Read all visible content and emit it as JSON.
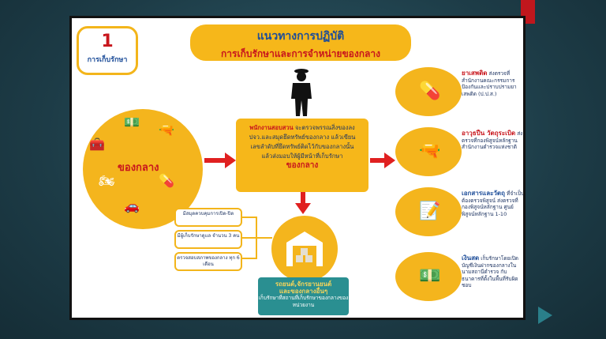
{
  "step": {
    "number": "1",
    "label": "การเก็บรักษา"
  },
  "title": {
    "line1": "แนวทางการปฏิบัติ",
    "line2": "การเก็บรักษาและการจำหน่ายของกลาง"
  },
  "center": {
    "highlight": "พนักงานสอบสวน",
    "text1": " จะตรวจพรรณสิ่งของลง",
    "text2": "ปจว.และสมุดยึดทรัพย์ของกลาง แล้วเขียน",
    "text3": "เลขลำดับที่ยึดทรัพย์ติดไว้กับของกลางนั้น",
    "text4": "แล้วส่งมอบให้ผู้มีหน้าที่เก็บรักษา",
    "tail": "ของกลาง"
  },
  "big_circle_label": "ของกลาง",
  "right": [
    {
      "head": "ยาเสพติด",
      "text": "ส่งตรวจที่สำนักงานคณะกรรมการป้องกันและปราบปรามยาเสพติด (ป.ป.ส.)",
      "color": "red"
    },
    {
      "head": "อาวุธปืน วัตถุระเบิด",
      "text": "ส่งตรวจที่กองพิสูจน์หลักฐาน สำนักงานตำรวจแห่งชาติ",
      "color": "red"
    },
    {
      "head": "เอกสารและวัตถุ",
      "text": "ที่จำเป็นต้องตรวจพิสูจน์ ส่งตรวจที่กองพิสูจน์หลักฐาน ศูนย์พิสูจน์หลักฐาน 1-10",
      "color": "blue"
    },
    {
      "head": "เงินสด",
      "text": "เก็บรักษาโดยเปิดบัญชีเงินฝากของกลางในนามสถานีตำรวจ กับธนาคารที่ตั้งในพื้นที่รับผิดชอบ",
      "color": "blue"
    }
  ],
  "small_boxes": [
    {
      "text": "มีสมุดควบคุมการเปิด-ปิด"
    },
    {
      "text": "มีผู้เก็บรักษาดูแล จำนวน 3 คน"
    },
    {
      "text": "ตรวจสอบสภาพของกลาง ทุก 6 เดือน"
    }
  ],
  "teal": {
    "head1": "รถยนต์,จักรยานยนต์",
    "head2": "และของกลางอื่นๆ",
    "text": "เก็บรักษาที่สถานที่เก็บรักษาของกลางของหน่วยงาน"
  }
}
